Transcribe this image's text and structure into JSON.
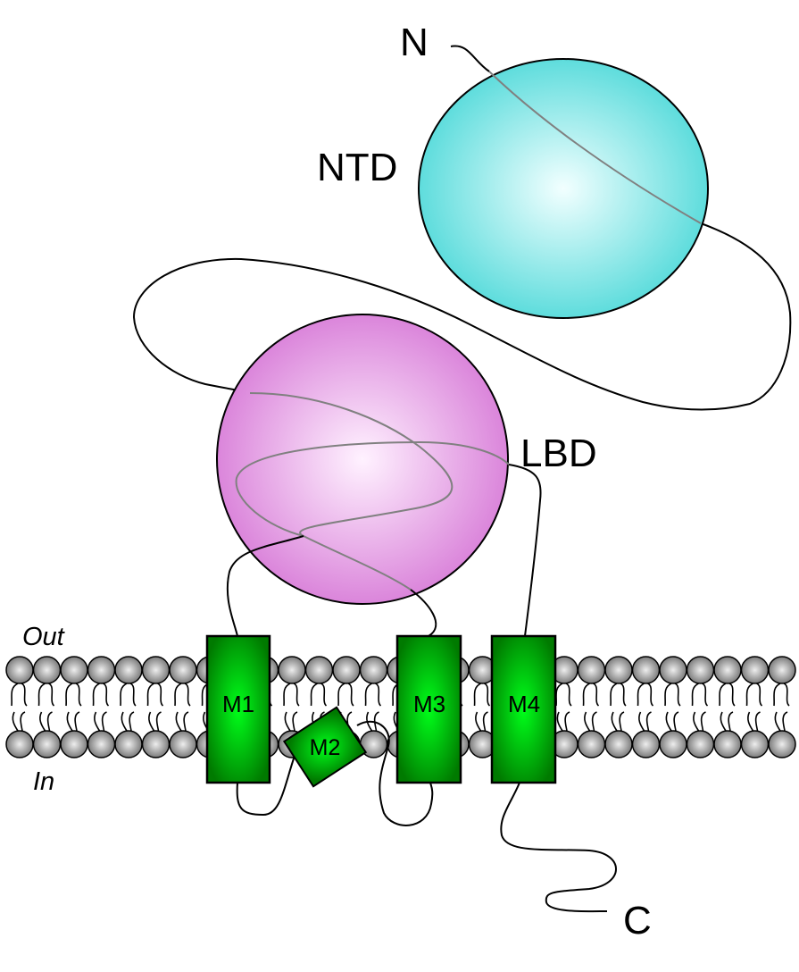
{
  "labels": {
    "n_terminus": "N",
    "c_terminus": "C",
    "ntd": "NTD",
    "lbd": "LBD",
    "outside": "Out",
    "inside": "In"
  },
  "segments": {
    "m1": "M1",
    "m2": "M2",
    "m3": "M3",
    "m4": "M4"
  },
  "colors": {
    "ntd": "#4fd9d9",
    "lbd": "#d77ad7",
    "helix": "#008a00",
    "lipid": "#999999"
  }
}
